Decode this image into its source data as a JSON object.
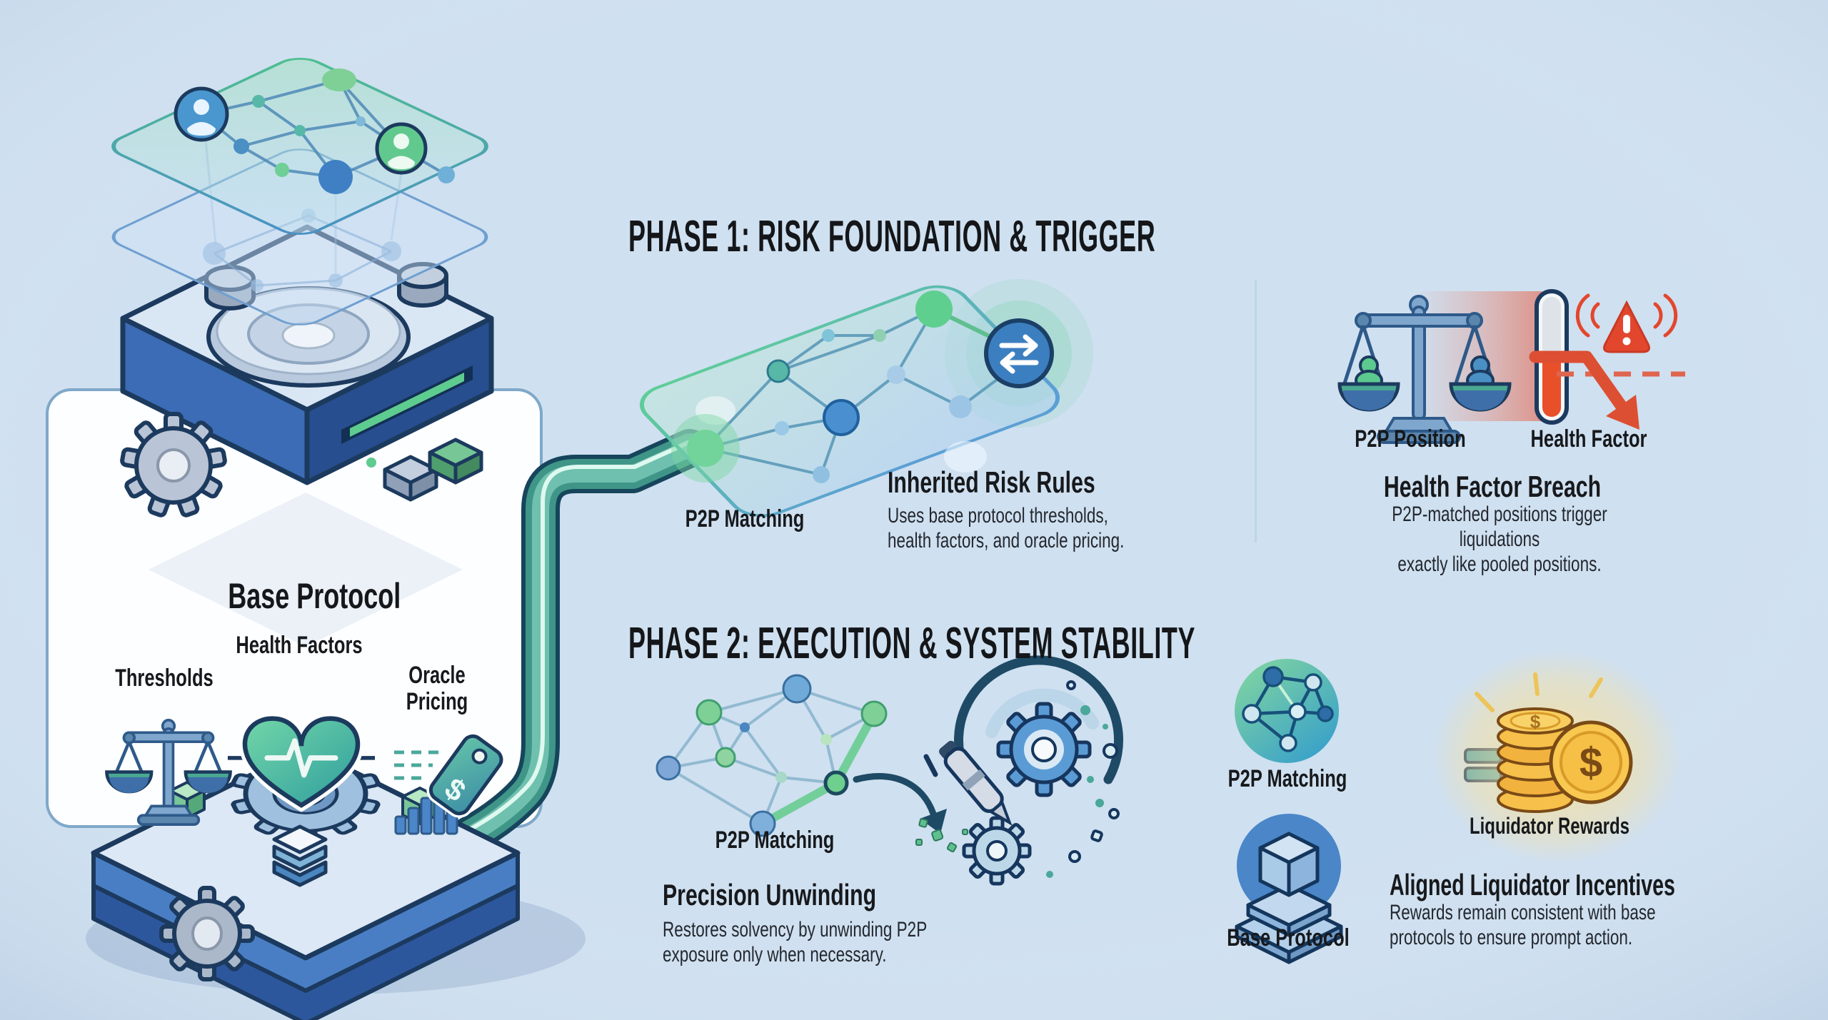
{
  "background_color": "#cfe0f0",
  "phase1": {
    "heading": "PHASE 1: RISK FOUNDATION & TRIGGER",
    "p2p_matching_label": "P2P Matching",
    "inherited_risk": {
      "title": "Inherited Risk Rules",
      "body_lines": [
        "Uses base protocol thresholds,",
        "health factors, and oracle pricing."
      ]
    },
    "health_breach": {
      "p2p_position_label": "P2P Position",
      "health_factor_label": "Health Factor",
      "title": "Health Factor Breach",
      "body_lines": [
        "P2P-matched positions trigger liquidations",
        "exactly like pooled positions."
      ]
    }
  },
  "phase2": {
    "heading": "PHASE 2: EXECUTION & SYSTEM STABILITY",
    "p2p_matching_label": "P2P Matching",
    "precision_unwinding": {
      "title": "Precision Unwinding",
      "body_lines": [
        "Restores solvency by unwinding P2P",
        "exposure only when necessary."
      ]
    },
    "aligned_incentives": {
      "p2p_matching_label": "P2P Matching",
      "base_protocol_label": "Base Protocol",
      "liquidator_rewards_label": "Liquidator Rewards",
      "title": "Aligned Liquidator Incentives",
      "body_lines": [
        "Rewards remain consistent with base",
        "protocols to ensure prompt action."
      ]
    }
  },
  "base_protocol_panel": {
    "title": "Base Protocol",
    "health_factors_label": "Health Factors",
    "thresholds_label": "Thresholds",
    "oracle_pricing_lines": [
      "Oracle",
      "Pricing"
    ]
  },
  "icon_glyphs": {
    "dollar": "$",
    "exclamation": ""
  },
  "colors": {
    "accent_green": "#5fcf8f",
    "accent_teal": "#3f9688",
    "accent_blue": "#3c7fc0",
    "alert_red": "#e2472e",
    "coin_gold": "#f6c04a"
  }
}
